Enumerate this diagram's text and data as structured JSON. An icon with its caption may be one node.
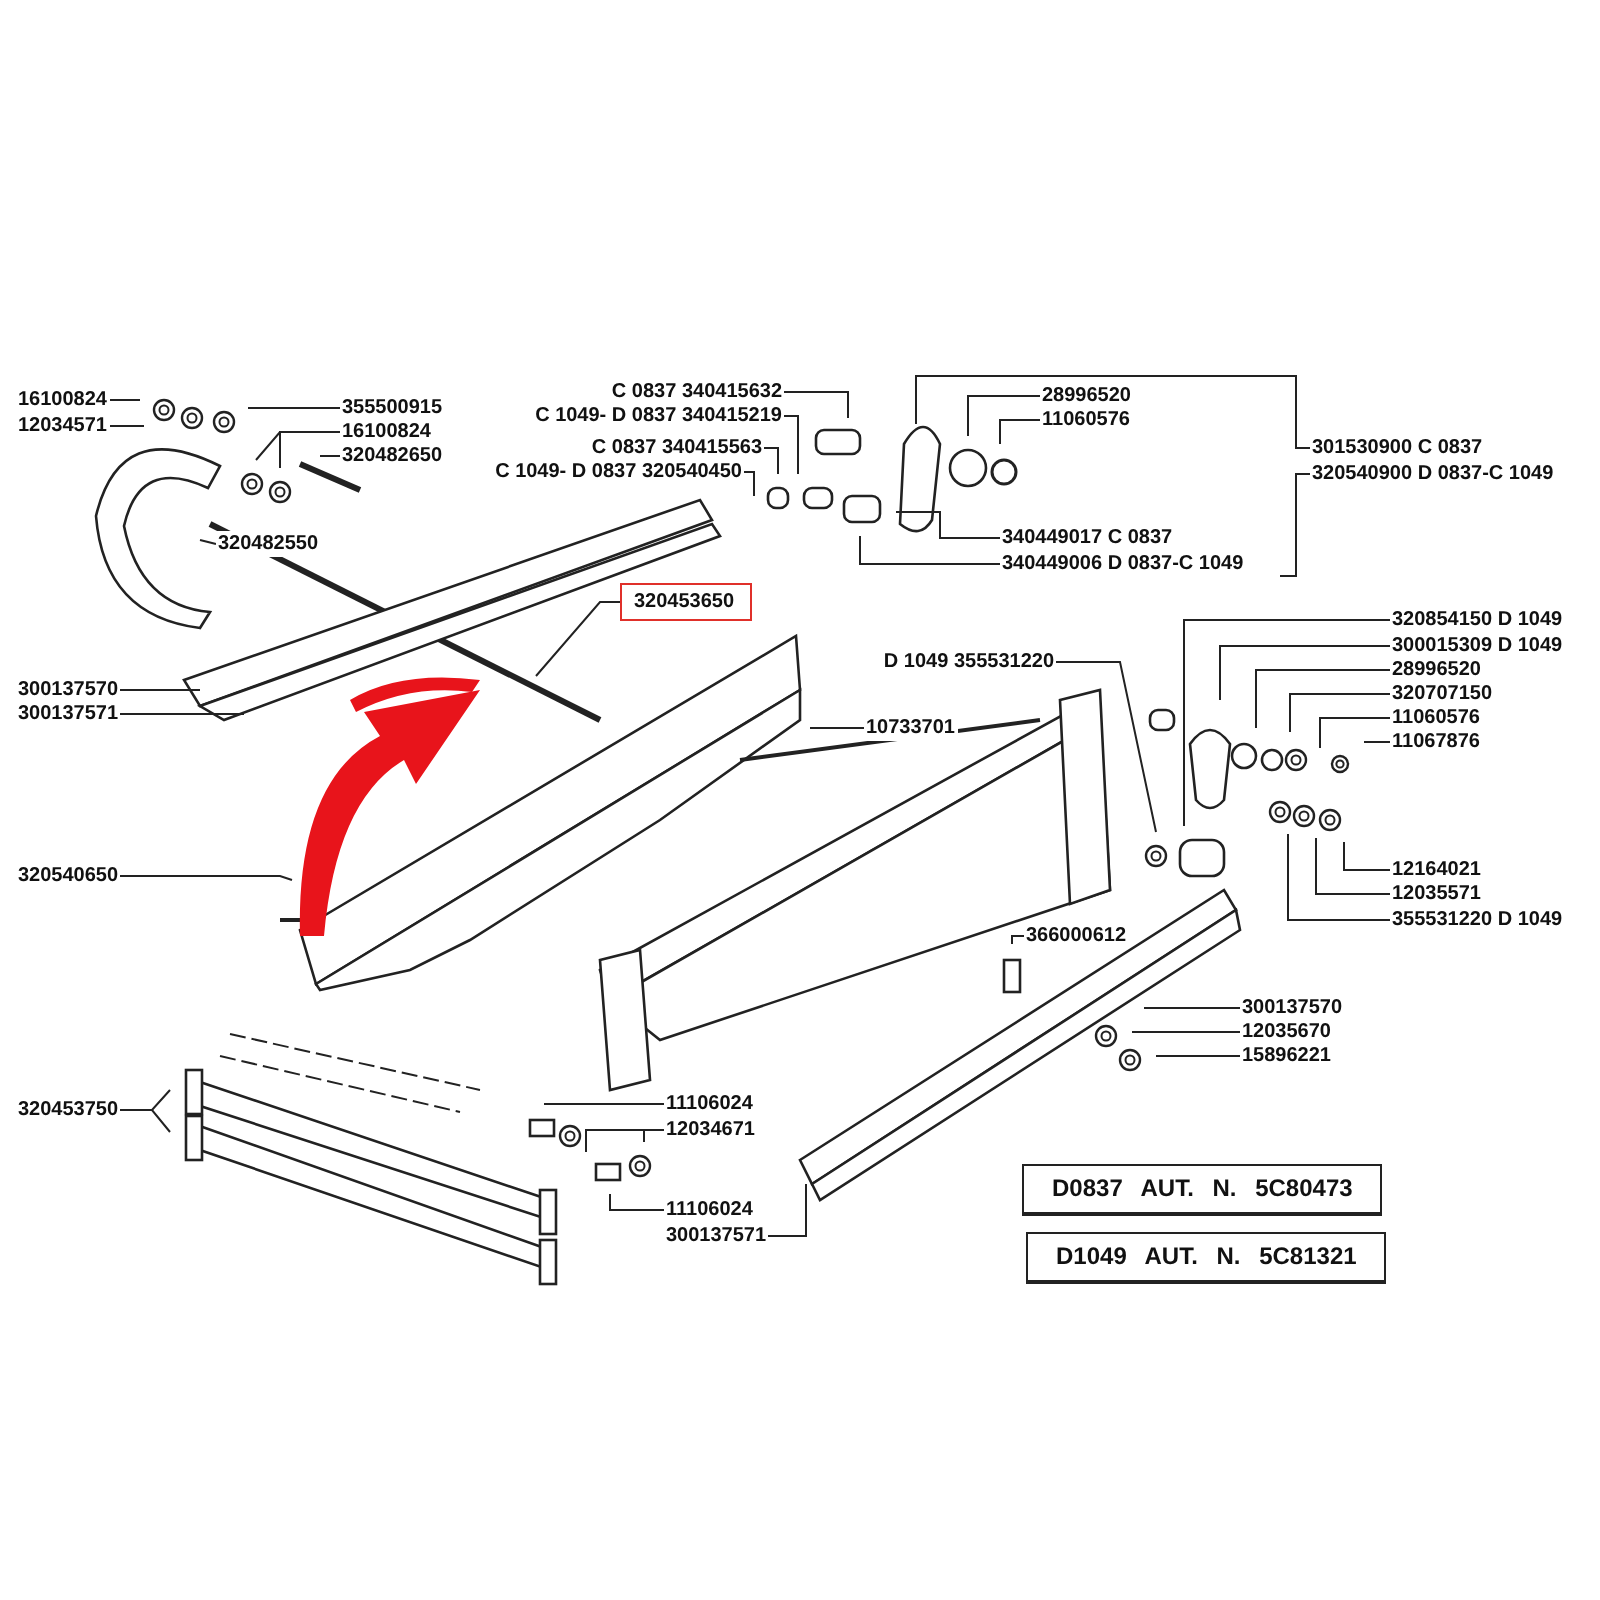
{
  "diagram": {
    "nodes": [
      {
        "text": [
          "16100824"
        ]
      },
      {
        "text": [
          "12034571"
        ]
      },
      {
        "text": [
          "355500915"
        ]
      },
      {
        "text": [
          "16100824"
        ]
      },
      {
        "text": [
          "320482650"
        ]
      },
      {
        "text": [
          "320482550"
        ]
      },
      {
        "text": [
          "300137570"
        ]
      },
      {
        "text": [
          "300137571"
        ]
      },
      {
        "text": [
          "320453650"
        ]
      },
      {
        "text": [
          "320540650"
        ]
      },
      {
        "text": [
          "320453750"
        ]
      },
      {
        "text": [
          "11106024"
        ]
      },
      {
        "text": [
          "12034671"
        ]
      },
      {
        "text": [
          "11106024"
        ]
      },
      {
        "text": [
          "300137571"
        ]
      },
      {
        "text": [
          "C 0837 340415632"
        ]
      },
      {
        "text": [
          "C 1049- D 0837 340415219"
        ]
      },
      {
        "text": [
          "C 0837 340415563"
        ]
      },
      {
        "text": [
          "C 1049- D 0837 320540450"
        ]
      },
      {
        "text": [
          "28996520"
        ]
      },
      {
        "text": [
          "11060576"
        ]
      },
      {
        "text": [
          "340449017 C 0837"
        ]
      },
      {
        "text": [
          "340449006 D 0837-C 1049"
        ]
      },
      {
        "text": [
          "301530900 C 0837"
        ]
      },
      {
        "text": [
          "320540900 D 0837-C 1049"
        ]
      },
      {
        "text": [
          "D 1049 355531220"
        ]
      },
      {
        "text": [
          "10733701"
        ]
      },
      {
        "text": [
          "320854150 D 1049"
        ]
      },
      {
        "text": [
          "300015309 D 1049"
        ]
      },
      {
        "text": [
          "28996520"
        ]
      },
      {
        "text": [
          "320707150"
        ]
      },
      {
        "text": [
          "11060576"
        ]
      },
      {
        "text": [
          "11067876"
        ]
      },
      {
        "text": [
          "12164021"
        ]
      },
      {
        "text": [
          "12035571"
        ]
      },
      {
        "text": [
          "355531220 D 1049"
        ]
      },
      {
        "text": [
          "366000612"
        ]
      },
      {
        "text": [
          "300137570"
        ]
      },
      {
        "text": [
          "12035670"
        ]
      },
      {
        "text": [
          "15896221"
        ]
      },
      {
        "text": [
          "D0837 AUT. N. 5C80473"
        ]
      },
      {
        "text": [
          "D1049 AUT. N. 5C81321"
        ]
      }
    ],
    "edges": [
      {
        "from": 0,
        "to": null,
        "arrow": "none"
      },
      {
        "from": 1,
        "to": null,
        "arrow": "none"
      },
      {
        "from": 2,
        "to": null,
        "arrow": "none"
      },
      {
        "from": 3,
        "to": null,
        "arrow": "none"
      },
      {
        "from": 3,
        "to": null,
        "arrow": "none"
      },
      {
        "from": 4,
        "to": null,
        "arrow": "none"
      },
      {
        "from": 5,
        "to": null,
        "arrow": "none"
      },
      {
        "from": 6,
        "to": null,
        "arrow": "none"
      },
      {
        "from": 7,
        "to": null,
        "arrow": "none"
      },
      {
        "from": 8,
        "to": null,
        "arrow": "none"
      },
      {
        "from": 9,
        "to": null,
        "arrow": "none"
      },
      {
        "from": 10,
        "to": null,
        "arrow": "none"
      },
      {
        "from": 10,
        "to": null,
        "arrow": "none"
      },
      {
        "from": 11,
        "to": null,
        "arrow": "none"
      },
      {
        "from": 12,
        "to": null,
        "arrow": "none"
      },
      {
        "from": 12,
        "to": null,
        "arrow": "none"
      },
      {
        "from": 13,
        "to": null,
        "arrow": "none"
      },
      {
        "from": 14,
        "to": null,
        "arrow": "none"
      },
      {
        "from": 15,
        "to": null,
        "arrow": "none"
      },
      {
        "from": 16,
        "to": null,
        "arrow": "none"
      },
      {
        "from": 17,
        "to": null,
        "arrow": "none"
      },
      {
        "from": 18,
        "to": null,
        "arrow": "none"
      },
      {
        "from": 19,
        "to": null,
        "arrow": "none"
      },
      {
        "from": 20,
        "to": null,
        "arrow": "none"
      },
      {
        "from": 21,
        "to": null,
        "arrow": "none"
      },
      {
        "from": 22,
        "to": null,
        "arrow": "none"
      },
      {
        "from": 23,
        "to": null,
        "arrow": "none"
      },
      {
        "from": 24,
        "to": null,
        "arrow": "none"
      },
      {
        "from": 25,
        "to": null,
        "arrow": "none"
      },
      {
        "from": 26,
        "to": null,
        "arrow": "none"
      },
      {
        "from": 27,
        "to": null,
        "arrow": "none"
      },
      {
        "from": 28,
        "to": null,
        "arrow": "none"
      },
      {
        "from": 29,
        "to": null,
        "arrow": "none"
      },
      {
        "from": 30,
        "to": null,
        "arrow": "none"
      },
      {
        "from": 31,
        "to": null,
        "arrow": "none"
      },
      {
        "from": 32,
        "to": null,
        "arrow": "none"
      },
      {
        "from": 33,
        "to": null,
        "arrow": "none"
      },
      {
        "from": 34,
        "to": null,
        "arrow": "none"
      },
      {
        "from": 35,
        "to": null,
        "arrow": "none"
      },
      {
        "from": 36,
        "to": null,
        "arrow": "none"
      },
      {
        "from": 37,
        "to": null,
        "arrow": "none"
      },
      {
        "from": 38,
        "to": null,
        "arrow": "none"
      },
      {
        "from": 39,
        "to": null,
        "arrow": "none"
      }
    ]
  }
}
